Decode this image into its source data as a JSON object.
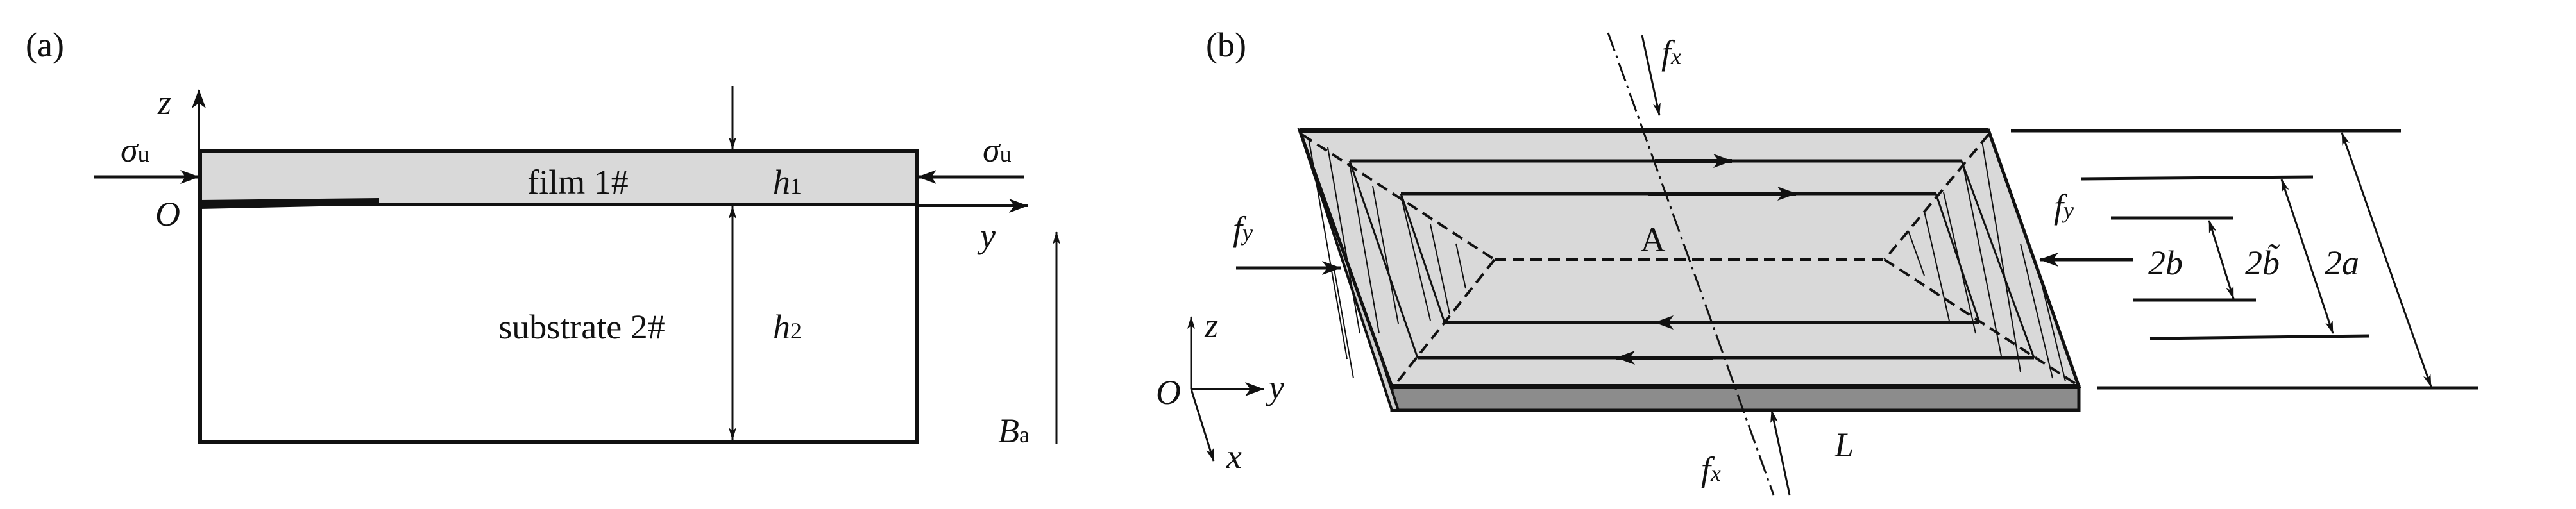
{
  "panel_a": {
    "tag": "(a)",
    "film_label": "film 1#",
    "substrate_label": "substrate 2#",
    "axis_z": "z",
    "axis_y": "y",
    "origin": "O",
    "stress_left": {
      "main": "σ",
      "sub": "u"
    },
    "stress_right": {
      "main": "σ",
      "sub": "u"
    },
    "h1": {
      "main": "h",
      "sub": "1"
    },
    "h2": {
      "main": "h",
      "sub": "2"
    },
    "field": {
      "main": "B",
      "sub": "a"
    }
  },
  "panel_b": {
    "tag": "(b)",
    "center_label": "A",
    "length_label": "L",
    "fx_top": {
      "main": "f",
      "sub": "x"
    },
    "fx_bottom": {
      "main": "f",
      "sub": "x"
    },
    "fy_left": {
      "main": "f",
      "sub": "y"
    },
    "fy_right": {
      "main": "f",
      "sub": "y"
    },
    "dim_2b": "2b",
    "dim_2b_tilde": "2b̃",
    "dim_2a": "2a",
    "axis_z": "z",
    "axis_y": "y",
    "axis_x": "x",
    "origin": "O"
  },
  "colors": {
    "film": "#d9d9d9",
    "plate_top": "#d9d9d9",
    "plate_side": "#8c8c8c",
    "line": "#111111"
  }
}
